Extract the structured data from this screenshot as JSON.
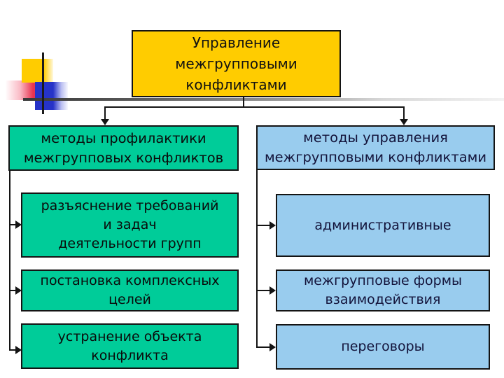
{
  "slide": {
    "background_color": "#ffffff",
    "connector_color": "#141414",
    "title": {
      "text": "Управление межгрупповыми конфликтами",
      "lines": [
        "Управление",
        "межгрупповыми",
        "конфликтами"
      ],
      "bg_color": "#ffcc00",
      "text_color": "#111111"
    },
    "columns": [
      {
        "id": "prevention",
        "box_color": "#00cc99",
        "text_color": "#0a0a0a",
        "header": {
          "text": "методы профилактики межгрупповых конфликтов",
          "lines": [
            "методы профилактики",
            "межгрупповых конфликтов"
          ]
        },
        "items": [
          {
            "text": "разъяснение требований и задач деятельности групп",
            "lines": [
              "разъяснение требований",
              "и задач",
              "деятельности групп"
            ]
          },
          {
            "text": "постановка комплексных целей",
            "lines": [
              "постановка комплексных",
              "целей"
            ]
          },
          {
            "text": "устранение объекта конфликта",
            "lines": [
              "устранение объекта",
              "конфликта"
            ]
          }
        ]
      },
      {
        "id": "management",
        "box_color": "#99ccee",
        "text_color": "#13133a",
        "header": {
          "text": "методы управления межгрупповыми конфликтами",
          "lines": [
            "методы управления",
            "межгрупповыми конфликтами"
          ]
        },
        "items": [
          {
            "text": "административные",
            "lines": [
              "административные"
            ]
          },
          {
            "text": "межгрупповые формы взаимодействия",
            "lines": [
              "межгрупповые формы",
              "взаимодействия"
            ]
          },
          {
            "text": "переговоры",
            "lines": [
              "переговоры"
            ]
          }
        ]
      }
    ],
    "decoration": {
      "square_yellow": "#ffcc00",
      "square_red": "#e93350",
      "square_blue": "#2633c8",
      "cross_line_color": "#1b1b1b",
      "rule_gradient_start": "#383838",
      "rule_gradient_end": "#f2f2f2"
    }
  }
}
